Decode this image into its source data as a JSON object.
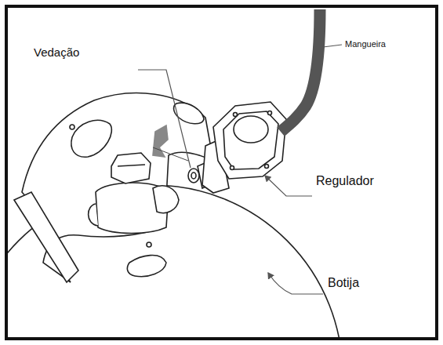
{
  "diagram": {
    "labels": [
      "Vedação",
      "Mangueira",
      "Regulador",
      "Botija"
    ]
  }
}
